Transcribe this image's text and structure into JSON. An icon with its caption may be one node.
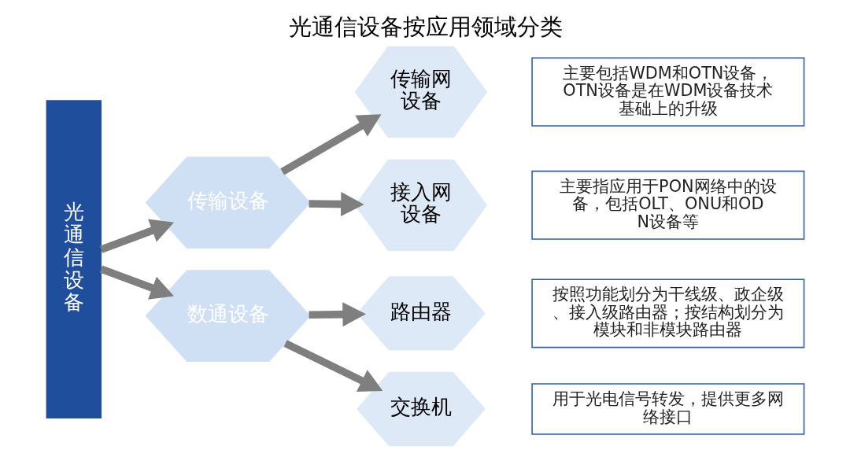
{
  "diagram": {
    "title": "光通信设备按应用领域分类",
    "nodes": [
      {
        "text": [
          "光通信设备"
        ]
      },
      {
        "text": [
          "传输设备"
        ]
      },
      {
        "text": [
          "数通设备"
        ]
      },
      {
        "text": [
          "传输网设备"
        ]
      },
      {
        "text": [
          "接入网设备"
        ]
      },
      {
        "text": [
          "路由器"
        ]
      },
      {
        "text": [
          "交换机"
        ]
      },
      {
        "text": [
          "主要包括WDM和OTN设备，OTN设备是在WDM设备技术基础上的升级"
        ]
      },
      {
        "text": [
          "主要指应用于PON网络中的设备，包括OLT、ONU和ODN设备等"
        ]
      },
      {
        "text": [
          "按照功能划分为干线级、政企级、接入级路由器；按结构划分为模块和非模块路由器"
        ]
      },
      {
        "text": [
          "用于光电信号转发，提供更多网络接口"
        ]
      }
    ],
    "edges": [
      {
        "from": 0,
        "to": 1,
        "arrow": "to"
      },
      {
        "from": 0,
        "to": 2,
        "arrow": "to"
      },
      {
        "from": 1,
        "to": 3,
        "arrow": "to"
      },
      {
        "from": 1,
        "to": 4,
        "arrow": "to"
      },
      {
        "from": 2,
        "to": 5,
        "arrow": "to"
      },
      {
        "from": 2,
        "to": 6,
        "arrow": "to"
      }
    ]
  }
}
